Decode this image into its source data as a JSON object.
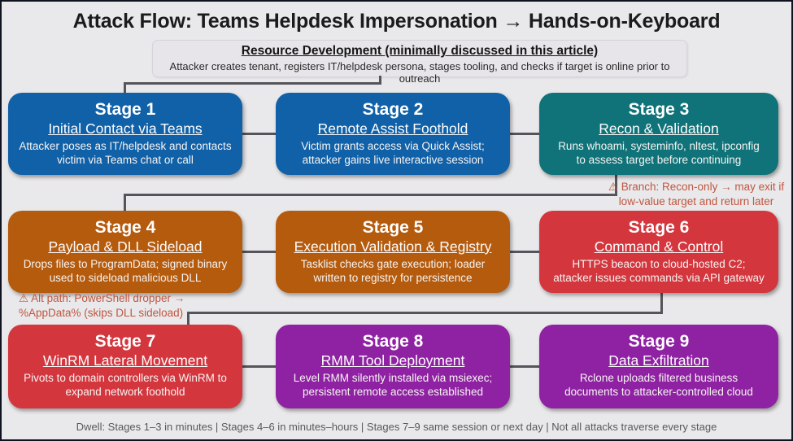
{
  "title": "Attack Flow: Teams Helpdesk Impersonation → Hands-on-Keyboard",
  "resource_development": {
    "title": "Resource Development (minimally discussed in this article)",
    "description": "Attacker creates tenant, registers IT/helpdesk persona, stages tooling, and checks if target is online prior to outreach"
  },
  "stages": [
    {
      "id": "Stage 1",
      "name": "Initial Contact via Teams",
      "description": "Attacker poses as IT/helpdesk and contacts\nvictim via Teams chat or call",
      "color": "#1161a8"
    },
    {
      "id": "Stage 2",
      "name": "Remote Assist Foothold",
      "description": "Victim grants access via Quick Assist;\nattacker gains live interactive session",
      "color": "#1161a8"
    },
    {
      "id": "Stage 3",
      "name": "Recon & Validation",
      "description": "Runs whoami, systeminfo, nltest, ipconfig\nto assess target before continuing",
      "color": "#107379"
    },
    {
      "id": "Stage 4",
      "name": "Payload & DLL Sideload",
      "description": "Drops files to ProgramData; signed binary\nused to sideload malicious DLL",
      "color": "#b55b0e"
    },
    {
      "id": "Stage 5",
      "name": "Execution Validation & Registry",
      "description": "Tasklist checks gate execution; loader\nwritten to registry for persistence",
      "color": "#b55b0e"
    },
    {
      "id": "Stage 6",
      "name": "Command & Control",
      "description": "HTTPS beacon to cloud-hosted C2;\nattacker issues commands via API gateway",
      "color": "#d4363e"
    },
    {
      "id": "Stage 7",
      "name": "WinRM Lateral Movement",
      "description": "Pivots to domain controllers via WinRM to\nexpand network foothold",
      "color": "#d4363e"
    },
    {
      "id": "Stage 8",
      "name": "RMM Tool Deployment",
      "description": "Level RMM silently installed via msiexec;\npersistent remote access established",
      "color": "#8f22a3"
    },
    {
      "id": "Stage 9",
      "name": "Data Exfiltration",
      "description": "Rclone uploads filtered business\ndocuments to attacker-controlled cloud",
      "color": "#8f22a3"
    }
  ],
  "annotations": {
    "branch": "⚠ Branch: Recon-only → may exit if\nlow-value target and return later",
    "alt_path": "⚠ Alt path: PowerShell dropper →\n%AppData% (skips DLL sideload)"
  },
  "footer": "Dwell: Stages 1–3 in minutes  |  Stages 4–6 in minutes–hours  |  Stages 7–9 same session or next day  |  Not all attacks traverse every stage",
  "colors": {
    "background": "#e9e8ea",
    "outer_border": "#0f1320",
    "stage_blue": "#1161a8",
    "stage_teal": "#107379",
    "stage_orange": "#b55b0e",
    "stage_red": "#d4363e",
    "stage_purple": "#8f22a3",
    "connector": "#54555a",
    "annotation_text": "#c05740",
    "footer_text": "#59595b"
  }
}
